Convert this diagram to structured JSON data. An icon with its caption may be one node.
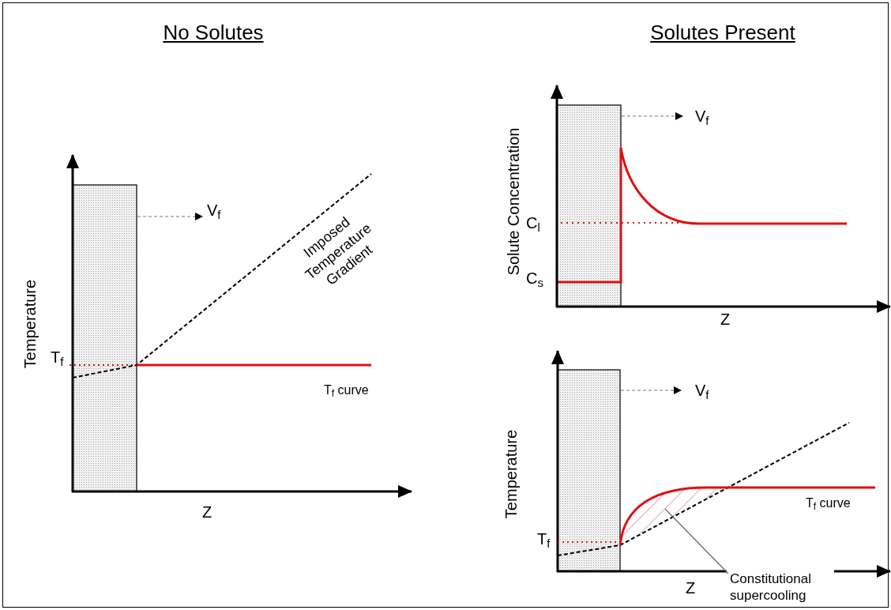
{
  "diagram": {
    "nodes": [
      {
        "text": [
          "Constitutional supercooling"
        ]
      },
      {
        "text": [],
        "shape": "region"
      }
    ],
    "edges": [
      {
        "from": 0,
        "to": 1,
        "arrow": "none"
      }
    ],
    "labels": [
      "No Solutes",
      "Solutes Present",
      "Temperature",
      "T$_{f}$",
      "V$_{f}$",
      "Imposed Temperature Gradient",
      "T$_{f}$ curve",
      "Z",
      "Solute Concentration",
      "V$_{f}$",
      "C$_{l}$",
      "C$_{s}$",
      "Z",
      "Temperature",
      "V$_{f}$",
      "T$_{f}$",
      "T$_{f}$ curve",
      "Z"
    ]
  }
}
